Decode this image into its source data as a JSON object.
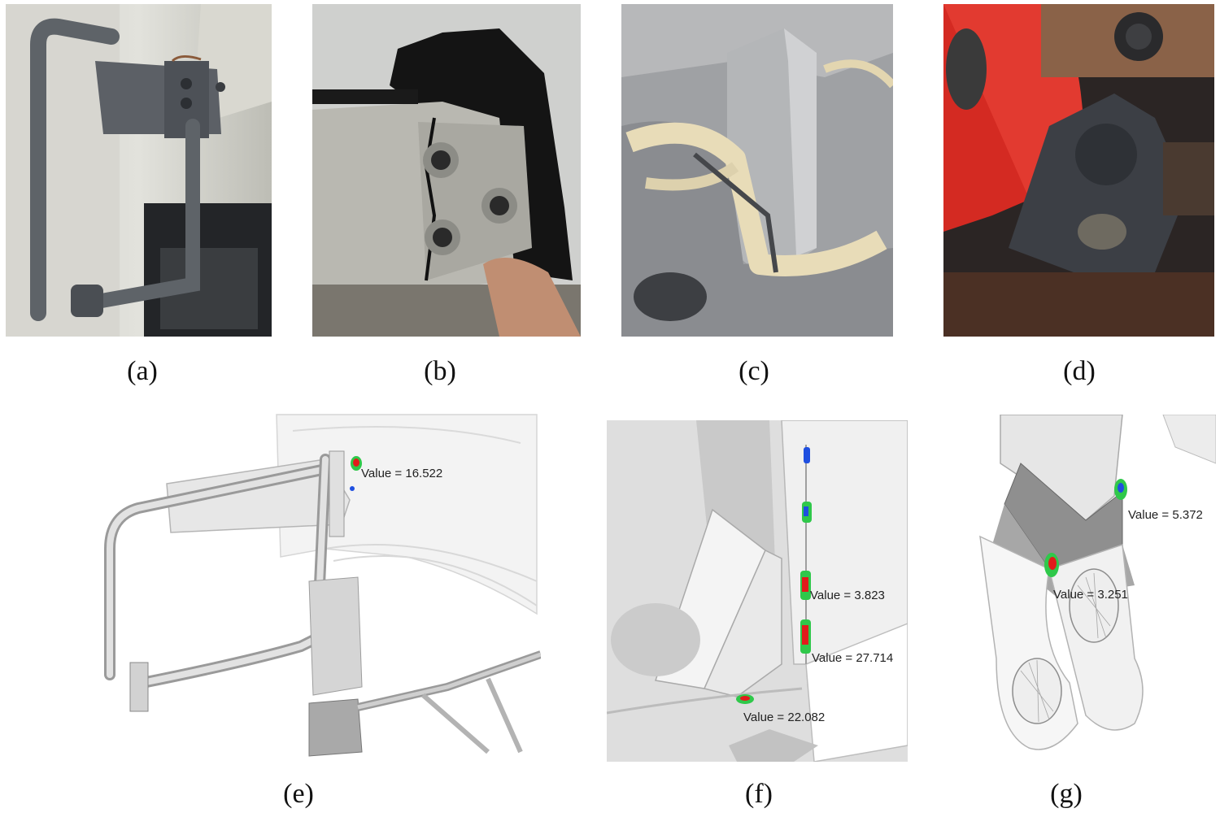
{
  "figure": {
    "panels": [
      {
        "id": "a",
        "label": "(a)",
        "description_icon": "photo-handrail-bracket"
      },
      {
        "id": "b",
        "label": "(b)",
        "description_icon": "photo-cracked-plate"
      },
      {
        "id": "c",
        "label": "(c)",
        "description_icon": "photo-cracked-pillar"
      },
      {
        "id": "d",
        "label": "(d)",
        "description_icon": "photo-cracked-bracket"
      },
      {
        "id": "e",
        "label": "(e)",
        "values": [
          "Value = 16.522"
        ]
      },
      {
        "id": "f",
        "label": "(f)",
        "values": [
          "Value = 3.823",
          "Value = 27.714",
          "Value = 22.082"
        ]
      },
      {
        "id": "g",
        "label": "(g)",
        "values": [
          "Value = 5.372",
          "Value = 3.251"
        ]
      }
    ]
  },
  "colors": {
    "hotspot_red": "#e21b1b",
    "hotspot_green": "#2fc84a",
    "hotspot_blue": "#1f4fe0",
    "fe_surface": "#ececec"
  }
}
